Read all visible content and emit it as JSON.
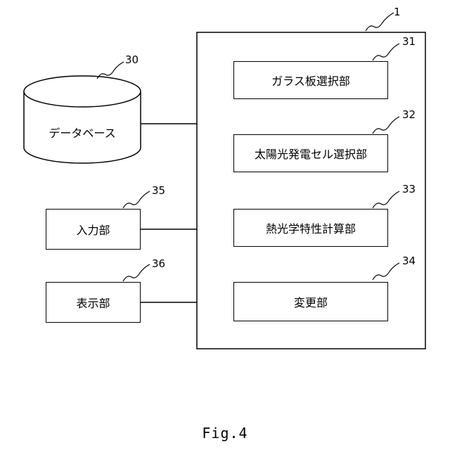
{
  "diagram": {
    "system_ref": "1",
    "database": {
      "ref": "30",
      "label": "データベース"
    },
    "modules": [
      {
        "ref": "31",
        "label": "ガラス板選択部"
      },
      {
        "ref": "32",
        "label": "太陽光発電セル選択部"
      },
      {
        "ref": "33",
        "label": "熱光学特性計算部"
      },
      {
        "ref": "34",
        "label": "変更部"
      }
    ],
    "input": {
      "ref": "35",
      "label": "入力部"
    },
    "display": {
      "ref": "36",
      "label": "表示部"
    }
  },
  "caption": "Fig.4"
}
